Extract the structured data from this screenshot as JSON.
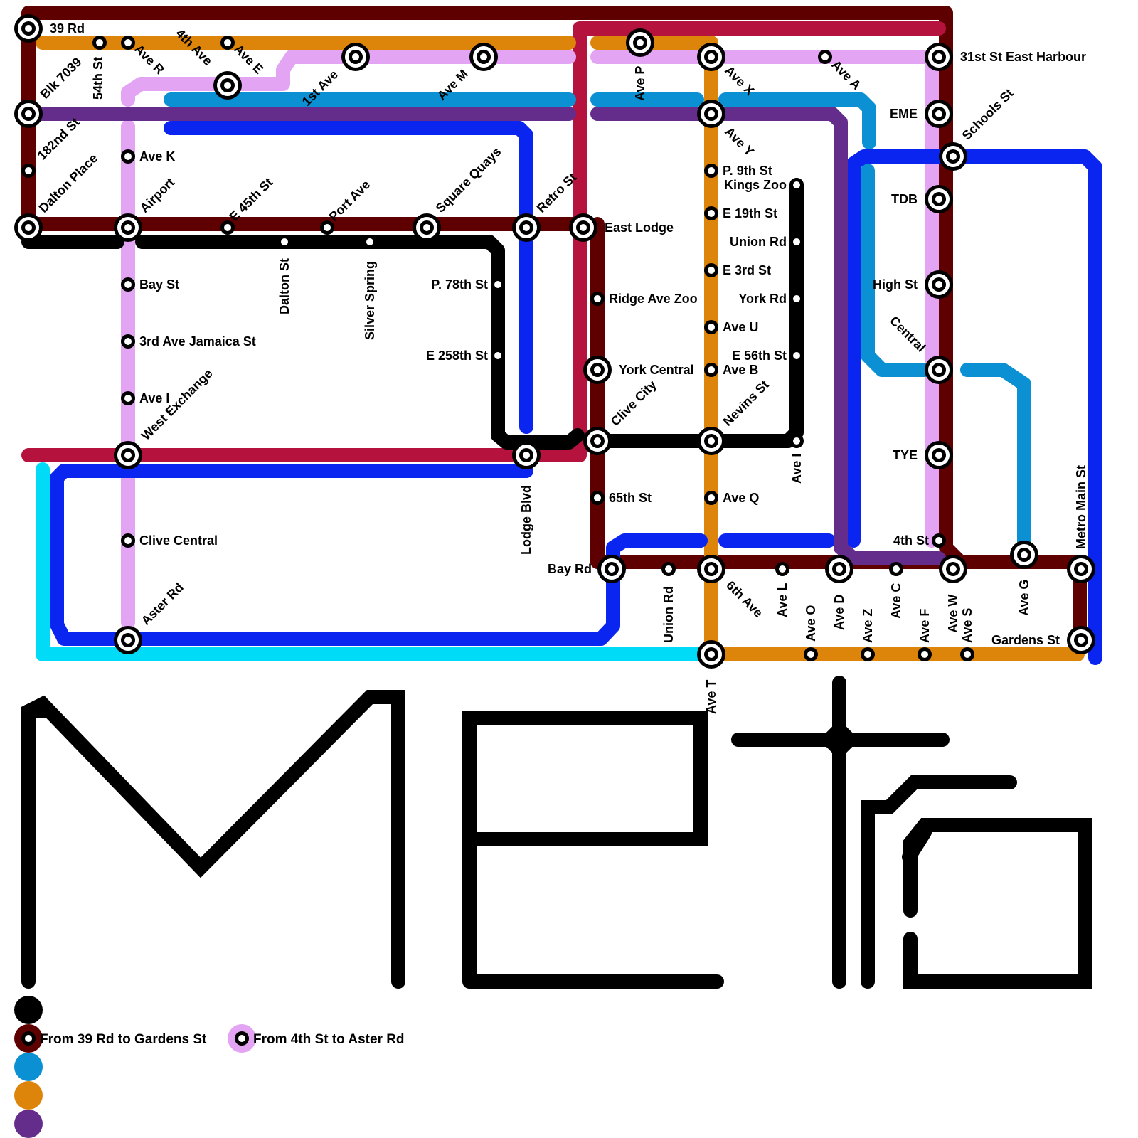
{
  "colors": {
    "maroon": "#5e0000",
    "red": "#b5123d",
    "orange": "#dc850a",
    "pink": "#e4a4f4",
    "lightblue": "#0c90d4",
    "blue": "#0a25f0",
    "purple": "#642d8c",
    "black": "#000000",
    "cyan": "#00dcf7"
  },
  "logo_text": "MEtro",
  "stations": [
    {
      "id": "39rd",
      "label": "39 Rd"
    },
    {
      "id": "54th",
      "label": "54th St"
    },
    {
      "id": "aver",
      "label": "Ave R"
    },
    {
      "id": "4thave",
      "label": "4th Ave"
    },
    {
      "id": "avee",
      "label": "Ave E"
    },
    {
      "id": "1stave",
      "label": "1st Ave"
    },
    {
      "id": "avem",
      "label": "Ave M"
    },
    {
      "id": "avep",
      "label": "Ave P"
    },
    {
      "id": "avex",
      "label": "Ave X"
    },
    {
      "id": "avea",
      "label": "Ave A"
    },
    {
      "id": "31st",
      "label": "31st St East Harbour"
    },
    {
      "id": "blk",
      "label": "Blk 7039"
    },
    {
      "id": "eme",
      "label": "EME"
    },
    {
      "id": "avey",
      "label": "Ave Y"
    },
    {
      "id": "182nd",
      "label": "182nd St"
    },
    {
      "id": "schools",
      "label": "Schools St"
    },
    {
      "id": "avek",
      "label": "Ave K"
    },
    {
      "id": "p9th",
      "label": "P. 9th St"
    },
    {
      "id": "kingszoo",
      "label": "Kings Zoo"
    },
    {
      "id": "dalton",
      "label": "Dalton Place"
    },
    {
      "id": "airport",
      "label": "Airport"
    },
    {
      "id": "e45",
      "label": "E 45th St"
    },
    {
      "id": "portave",
      "label": "Port Ave"
    },
    {
      "id": "squarequays",
      "label": "Square Quays"
    },
    {
      "id": "retro",
      "label": "Retro St"
    },
    {
      "id": "eastlodge",
      "label": "East Lodge"
    },
    {
      "id": "e19",
      "label": "E 19th St"
    },
    {
      "id": "tdb",
      "label": "TDB"
    },
    {
      "id": "daltonst",
      "label": "Dalton St"
    },
    {
      "id": "silverspring",
      "label": "Silver Spring"
    },
    {
      "id": "unionrd1",
      "label": "Union Rd"
    },
    {
      "id": "e3rd",
      "label": "E 3rd St"
    },
    {
      "id": "p78",
      "label": "P. 78th St"
    },
    {
      "id": "bayst",
      "label": "Bay St"
    },
    {
      "id": "highst",
      "label": "High St"
    },
    {
      "id": "ridge",
      "label": "Ridge Ave Zoo"
    },
    {
      "id": "yorkrd",
      "label": "York Rd"
    },
    {
      "id": "aveu",
      "label": "Ave U"
    },
    {
      "id": "3rdave",
      "label": "3rd Ave Jamaica St"
    },
    {
      "id": "central",
      "label": "Central"
    },
    {
      "id": "e258",
      "label": "E 258th St"
    },
    {
      "id": "e56",
      "label": "E 56th St"
    },
    {
      "id": "yorkcentral",
      "label": "York Central"
    },
    {
      "id": "aveb",
      "label": "Ave B"
    },
    {
      "id": "avei",
      "label": "Ave I"
    },
    {
      "id": "westex",
      "label": "West Exchange"
    },
    {
      "id": "clivecity",
      "label": "Clive City"
    },
    {
      "id": "nevins",
      "label": "Nevins St"
    },
    {
      "id": "avei2",
      "label": "Ave I"
    },
    {
      "id": "tye",
      "label": "TYE"
    },
    {
      "id": "lodgeblvd",
      "label": "Lodge Blvd"
    },
    {
      "id": "65th",
      "label": "65th St"
    },
    {
      "id": "aveq",
      "label": "Ave Q"
    },
    {
      "id": "metromain",
      "label": "Metro Main St"
    },
    {
      "id": "clivecentral",
      "label": "Clive Central"
    },
    {
      "id": "4thst",
      "label": "4th St"
    },
    {
      "id": "bayrd",
      "label": "Bay Rd"
    },
    {
      "id": "unionrd2",
      "label": "Union Rd"
    },
    {
      "id": "6thave",
      "label": "6th Ave"
    },
    {
      "id": "avel",
      "label": "Ave L"
    },
    {
      "id": "avec",
      "label": "Ave C"
    },
    {
      "id": "aved",
      "label": "Ave D"
    },
    {
      "id": "avew",
      "label": "Ave W"
    },
    {
      "id": "aveg",
      "label": "Ave G"
    },
    {
      "id": "aster",
      "label": "Aster Rd"
    },
    {
      "id": "aveo",
      "label": "Ave O"
    },
    {
      "id": "avez",
      "label": "Ave Z"
    },
    {
      "id": "avef",
      "label": "Ave F"
    },
    {
      "id": "aves",
      "label": "Ave S"
    },
    {
      "id": "gardens",
      "label": "Gardens St"
    },
    {
      "id": "avet",
      "label": "Ave T"
    }
  ],
  "legend": [
    {
      "id": "black",
      "color": "#000000",
      "text": ""
    },
    {
      "id": "maroon",
      "color": "#5e0000",
      "text": "From 39 Rd to Gardens St"
    },
    {
      "id": "pink",
      "color": "#e4a4f4",
      "text": "From 4th St to Aster Rd"
    },
    {
      "id": "lightblue",
      "color": "#0c90d4",
      "text": ""
    },
    {
      "id": "orange",
      "color": "#dc850a",
      "text": ""
    },
    {
      "id": "purple",
      "color": "#642d8c",
      "text": ""
    }
  ]
}
